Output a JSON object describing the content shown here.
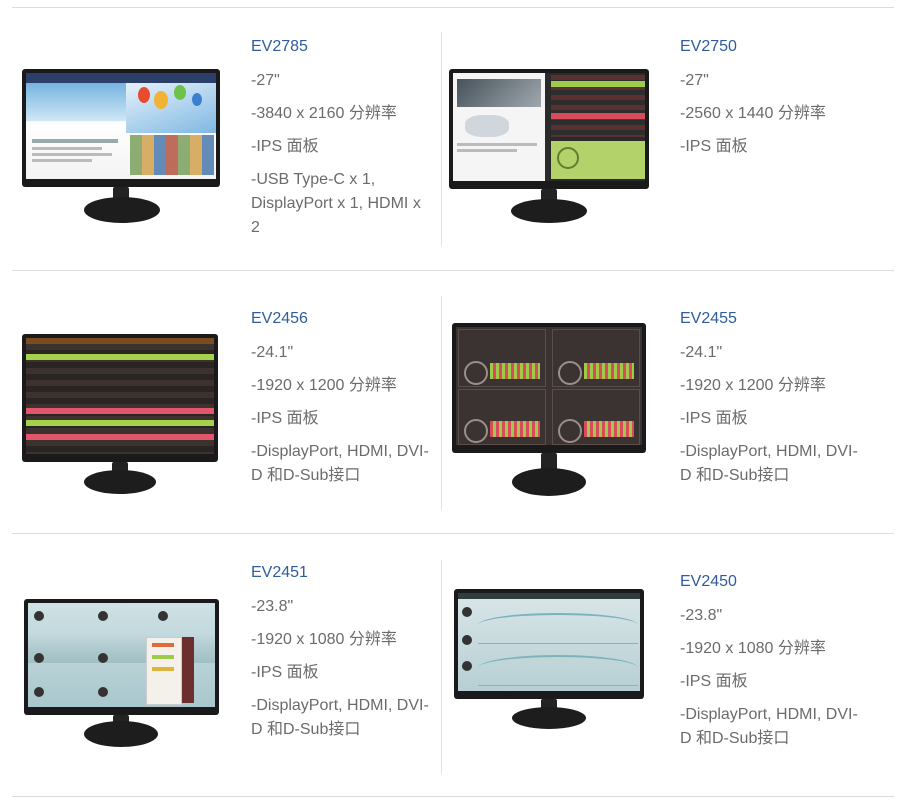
{
  "products": [
    {
      "model": "EV2785",
      "specs": [
        "-27\"",
        "-3840 x 2160 分辨率",
        "-IPS 面板",
        "-USB Type-C x 1, DisplayPort x 1, HDMI x 2"
      ],
      "image": "monitor-photo-web-browser"
    },
    {
      "model": "EV2750",
      "specs": [
        "-27\"",
        "-2560 x 1440 分辨率",
        "-IPS 面板"
      ],
      "image": "monitor-photo-dashboard"
    },
    {
      "model": "EV2456",
      "specs": [
        "-24.1\"",
        "-1920 x 1200 分辨率",
        "-IPS 面板",
        "-DisplayPort, HDMI, DVI-D 和D-Sub接口"
      ],
      "image": "monitor-photo-spreadsheet"
    },
    {
      "model": "EV2455",
      "specs": [
        "-24.1\"",
        "-1920 x 1200 分辨率",
        "-IPS 面板",
        "-DisplayPort, HDMI, DVI-D 和D-Sub接口"
      ],
      "image": "monitor-photo-analytics"
    },
    {
      "model": "EV2451",
      "specs": [
        "-23.8\"",
        "-1920 x 1080 分辨率",
        "-IPS 面板",
        "-DisplayPort, HDMI, DVI-D 和D-Sub接口"
      ],
      "image": "monitor-photo-widgets"
    },
    {
      "model": "EV2450",
      "specs": [
        "-23.8\"",
        "-1920 x 1080 分辨率",
        "-IPS 面板",
        "-DisplayPort, HDMI, DVI-D 和D-Sub接口"
      ],
      "image": "monitor-photo-line-charts"
    }
  ],
  "colors": {
    "link": "#2f5c9c",
    "text": "#6b6b6b",
    "divider": "#dcdcdc"
  }
}
